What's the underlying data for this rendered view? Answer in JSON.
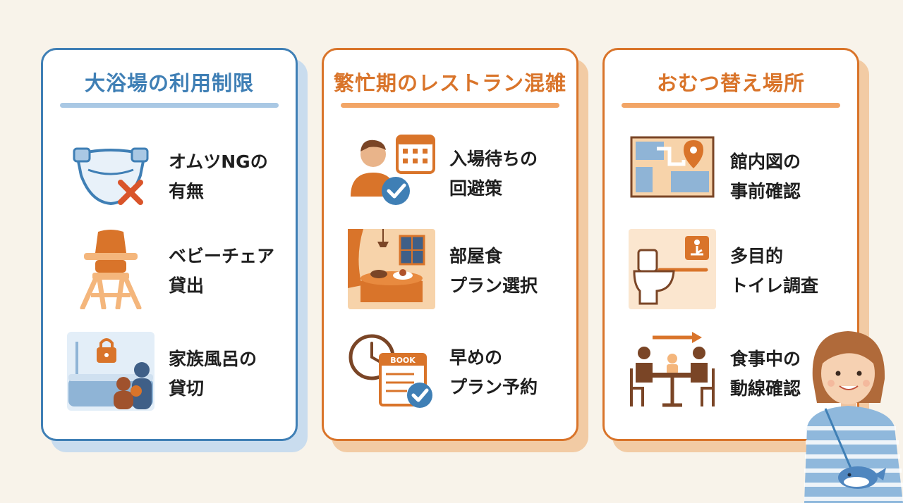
{
  "cards": [
    {
      "title": "大浴場の利用制限",
      "color": "#3f7fb5",
      "items": [
        {
          "icon": "diaper-cross-icon",
          "line1": "オムツNGの",
          "line2": "有無"
        },
        {
          "icon": "high-chair-icon",
          "line1": "ベビーチェア",
          "line2": "貸出"
        },
        {
          "icon": "private-bath-lock-icon",
          "line1": "家族風呂の",
          "line2": "貸切"
        }
      ]
    },
    {
      "title": "繁忙期のレストラン混雑",
      "color": "#d9742a",
      "items": [
        {
          "icon": "person-calendar-check-icon",
          "line1": "入場待ちの",
          "line2": "回避策"
        },
        {
          "icon": "room-dining-icon",
          "line1": "部屋食",
          "line2": "プラン選択"
        },
        {
          "icon": "clock-book-check-icon",
          "line1": "早めの",
          "line2": "プラン予約"
        }
      ]
    },
    {
      "title": "おむつ替え場所",
      "color": "#d9742a",
      "items": [
        {
          "icon": "floor-map-pin-icon",
          "line1": "館内図の",
          "line2": "事前確認"
        },
        {
          "icon": "toilet-baby-sign-icon",
          "line1": "多目的",
          "line2": "トイレ調査"
        },
        {
          "icon": "dining-table-arrow-icon",
          "line1": "食事中の",
          "line2": "動線確認"
        }
      ]
    }
  ],
  "book_label": "BOOK",
  "colors": {
    "blue": "#3f7fb5",
    "orange": "#d9742a",
    "background": "#f8f3ea"
  }
}
